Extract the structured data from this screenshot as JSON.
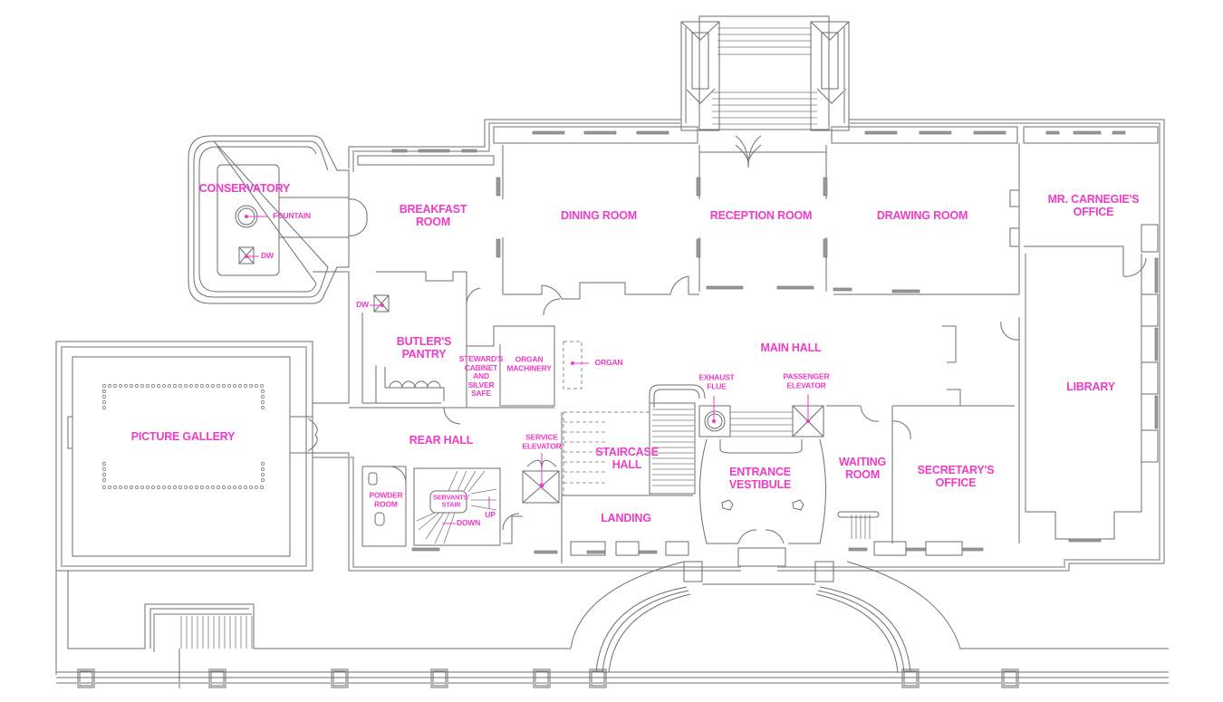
{
  "diagram": {
    "type": "architectural floor plan",
    "accent_color": "#ee3bc8",
    "line_color": "#6e6e6e",
    "rooms": [
      {
        "id": "conservatory",
        "lines": [
          "CONSERVATORY"
        ]
      },
      {
        "id": "breakfast-room",
        "lines": [
          "BREAKFAST",
          "ROOM"
        ]
      },
      {
        "id": "dining-room",
        "lines": [
          "DINING ROOM"
        ]
      },
      {
        "id": "reception-room",
        "lines": [
          "RECEPTION ROOM"
        ]
      },
      {
        "id": "drawing-room",
        "lines": [
          "DRAWING ROOM"
        ]
      },
      {
        "id": "carnegie-office",
        "lines": [
          "MR. CARNEGIE'S",
          "OFFICE"
        ]
      },
      {
        "id": "butlers-pantry",
        "lines": [
          "BUTLER'S",
          "PANTRY"
        ]
      },
      {
        "id": "stewards-cabinet",
        "lines": [
          "STEWARD'S",
          "CABINET",
          "AND",
          "SILVER",
          "SAFE"
        ]
      },
      {
        "id": "organ-machinery",
        "lines": [
          "ORGAN",
          "MACHINERY"
        ]
      },
      {
        "id": "main-hall",
        "lines": [
          "MAIN HALL"
        ]
      },
      {
        "id": "library",
        "lines": [
          "LIBRARY"
        ]
      },
      {
        "id": "picture-gallery",
        "lines": [
          "PICTURE GALLERY"
        ]
      },
      {
        "id": "rear-hall",
        "lines": [
          "REAR HALL"
        ]
      },
      {
        "id": "staircase-hall",
        "lines": [
          "STAIRCASE",
          "HALL"
        ]
      },
      {
        "id": "entrance-vestibule",
        "lines": [
          "ENTRANCE",
          "VESTIBULE"
        ]
      },
      {
        "id": "waiting-room",
        "lines": [
          "WAITING",
          "ROOM"
        ]
      },
      {
        "id": "secretarys-office",
        "lines": [
          "SECRETARY'S",
          "OFFICE"
        ]
      },
      {
        "id": "powder-room",
        "lines": [
          "POWDER",
          "ROOM"
        ]
      },
      {
        "id": "servants-stair",
        "lines": [
          "SERVANTS'",
          "STAIR"
        ]
      },
      {
        "id": "landing",
        "lines": [
          "LANDING"
        ]
      }
    ],
    "callouts": [
      {
        "id": "fountain",
        "lines": [
          "FOUNTAIN"
        ]
      },
      {
        "id": "dw-conservatory",
        "lines": [
          "DW"
        ]
      },
      {
        "id": "dw-pantry",
        "lines": [
          "DW"
        ]
      },
      {
        "id": "organ",
        "lines": [
          "ORGAN"
        ]
      },
      {
        "id": "exhaust-flue",
        "lines": [
          "EXHAUST",
          "FLUE"
        ]
      },
      {
        "id": "passenger-elevator",
        "lines": [
          "PASSENGER",
          "ELEVATOR"
        ]
      },
      {
        "id": "service-elevator",
        "lines": [
          "SERVICE",
          "ELEVATOR"
        ]
      },
      {
        "id": "stair-up",
        "lines": [
          "UP"
        ]
      },
      {
        "id": "stair-down",
        "lines": [
          "DOWN"
        ]
      }
    ]
  }
}
